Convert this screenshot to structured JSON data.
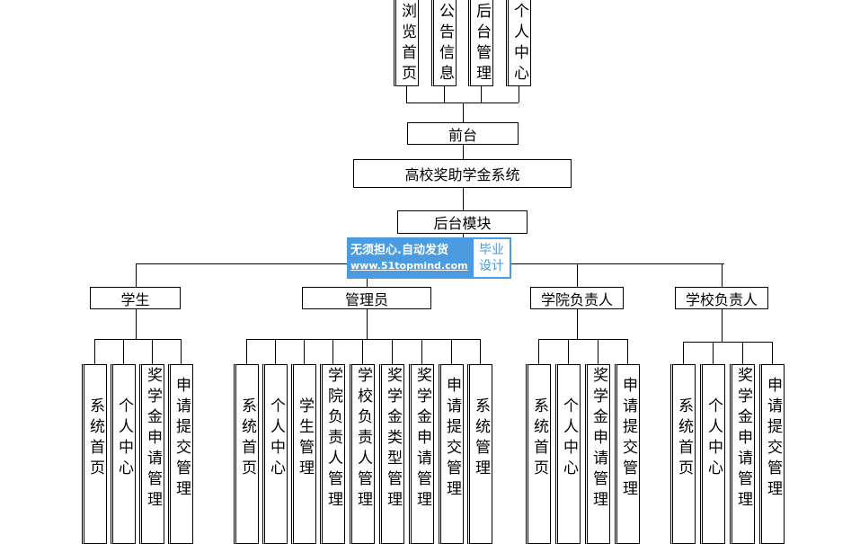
{
  "frontend_modules": [
    "浏览首页",
    "公告信息",
    "后台管理",
    "个人中心"
  ],
  "frontend_label": "前台",
  "system_title": "高校奖助学金系统",
  "backend_label": "后台模块",
  "roles": [
    {
      "name": "学生",
      "modules": [
        "系统首页",
        "个人中心",
        "奖学金申请管理",
        "申请提交管理"
      ]
    },
    {
      "name": "管理员",
      "modules": [
        "系统首页",
        "个人中心",
        "学生管理",
        "学院负责人管理",
        "学校负责人管理",
        "奖学金类型管理",
        "奖学金申请管理",
        "申请提交管理",
        "系统管理"
      ]
    },
    {
      "name": "学院负责人",
      "modules": [
        "系统首页",
        "个人中心",
        "奖学金申请管理",
        "申请提交管理"
      ]
    },
    {
      "name": "学校负责人",
      "modules": [
        "系统首页",
        "个人中心",
        "奖学金申请管理",
        "申请提交管理"
      ]
    }
  ],
  "watermark": {
    "line1": "无须担心.自动发货",
    "line2": "www.51topmind.com",
    "badge1": "毕业",
    "badge2": "设计",
    "color": "#4a9be0"
  }
}
